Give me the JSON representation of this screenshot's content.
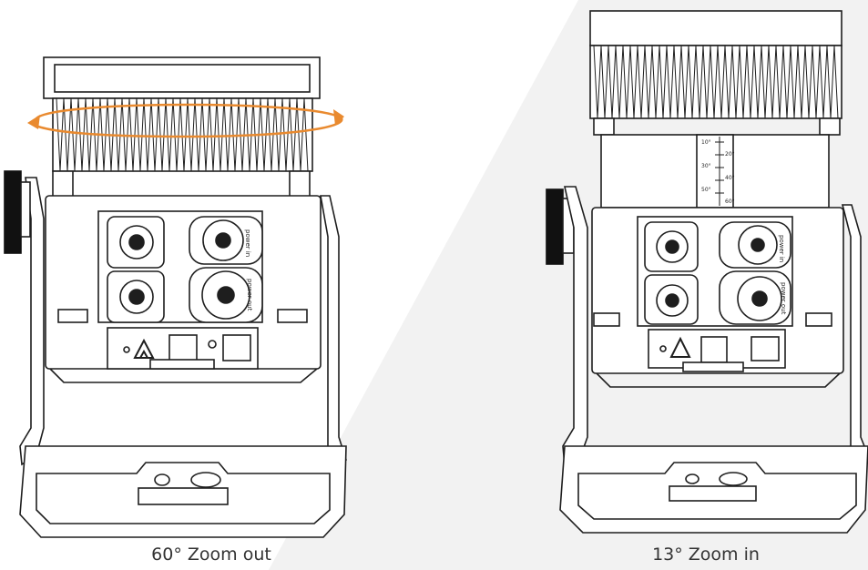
{
  "background": {
    "panel_color": "#f2f2f2",
    "line_color": "#1e1e1e",
    "accent_color": "#e98a2f"
  },
  "left_view": {
    "caption": "60° Zoom out",
    "rotate_icon": "rotate-arrow-icon"
  },
  "right_view": {
    "caption": "13° Zoom in"
  },
  "labels": {
    "power_in": "power in",
    "power_out": "power out",
    "scale_ticks": [
      "10°",
      "20°",
      "30°",
      "40°",
      "50°",
      "60°"
    ]
  }
}
